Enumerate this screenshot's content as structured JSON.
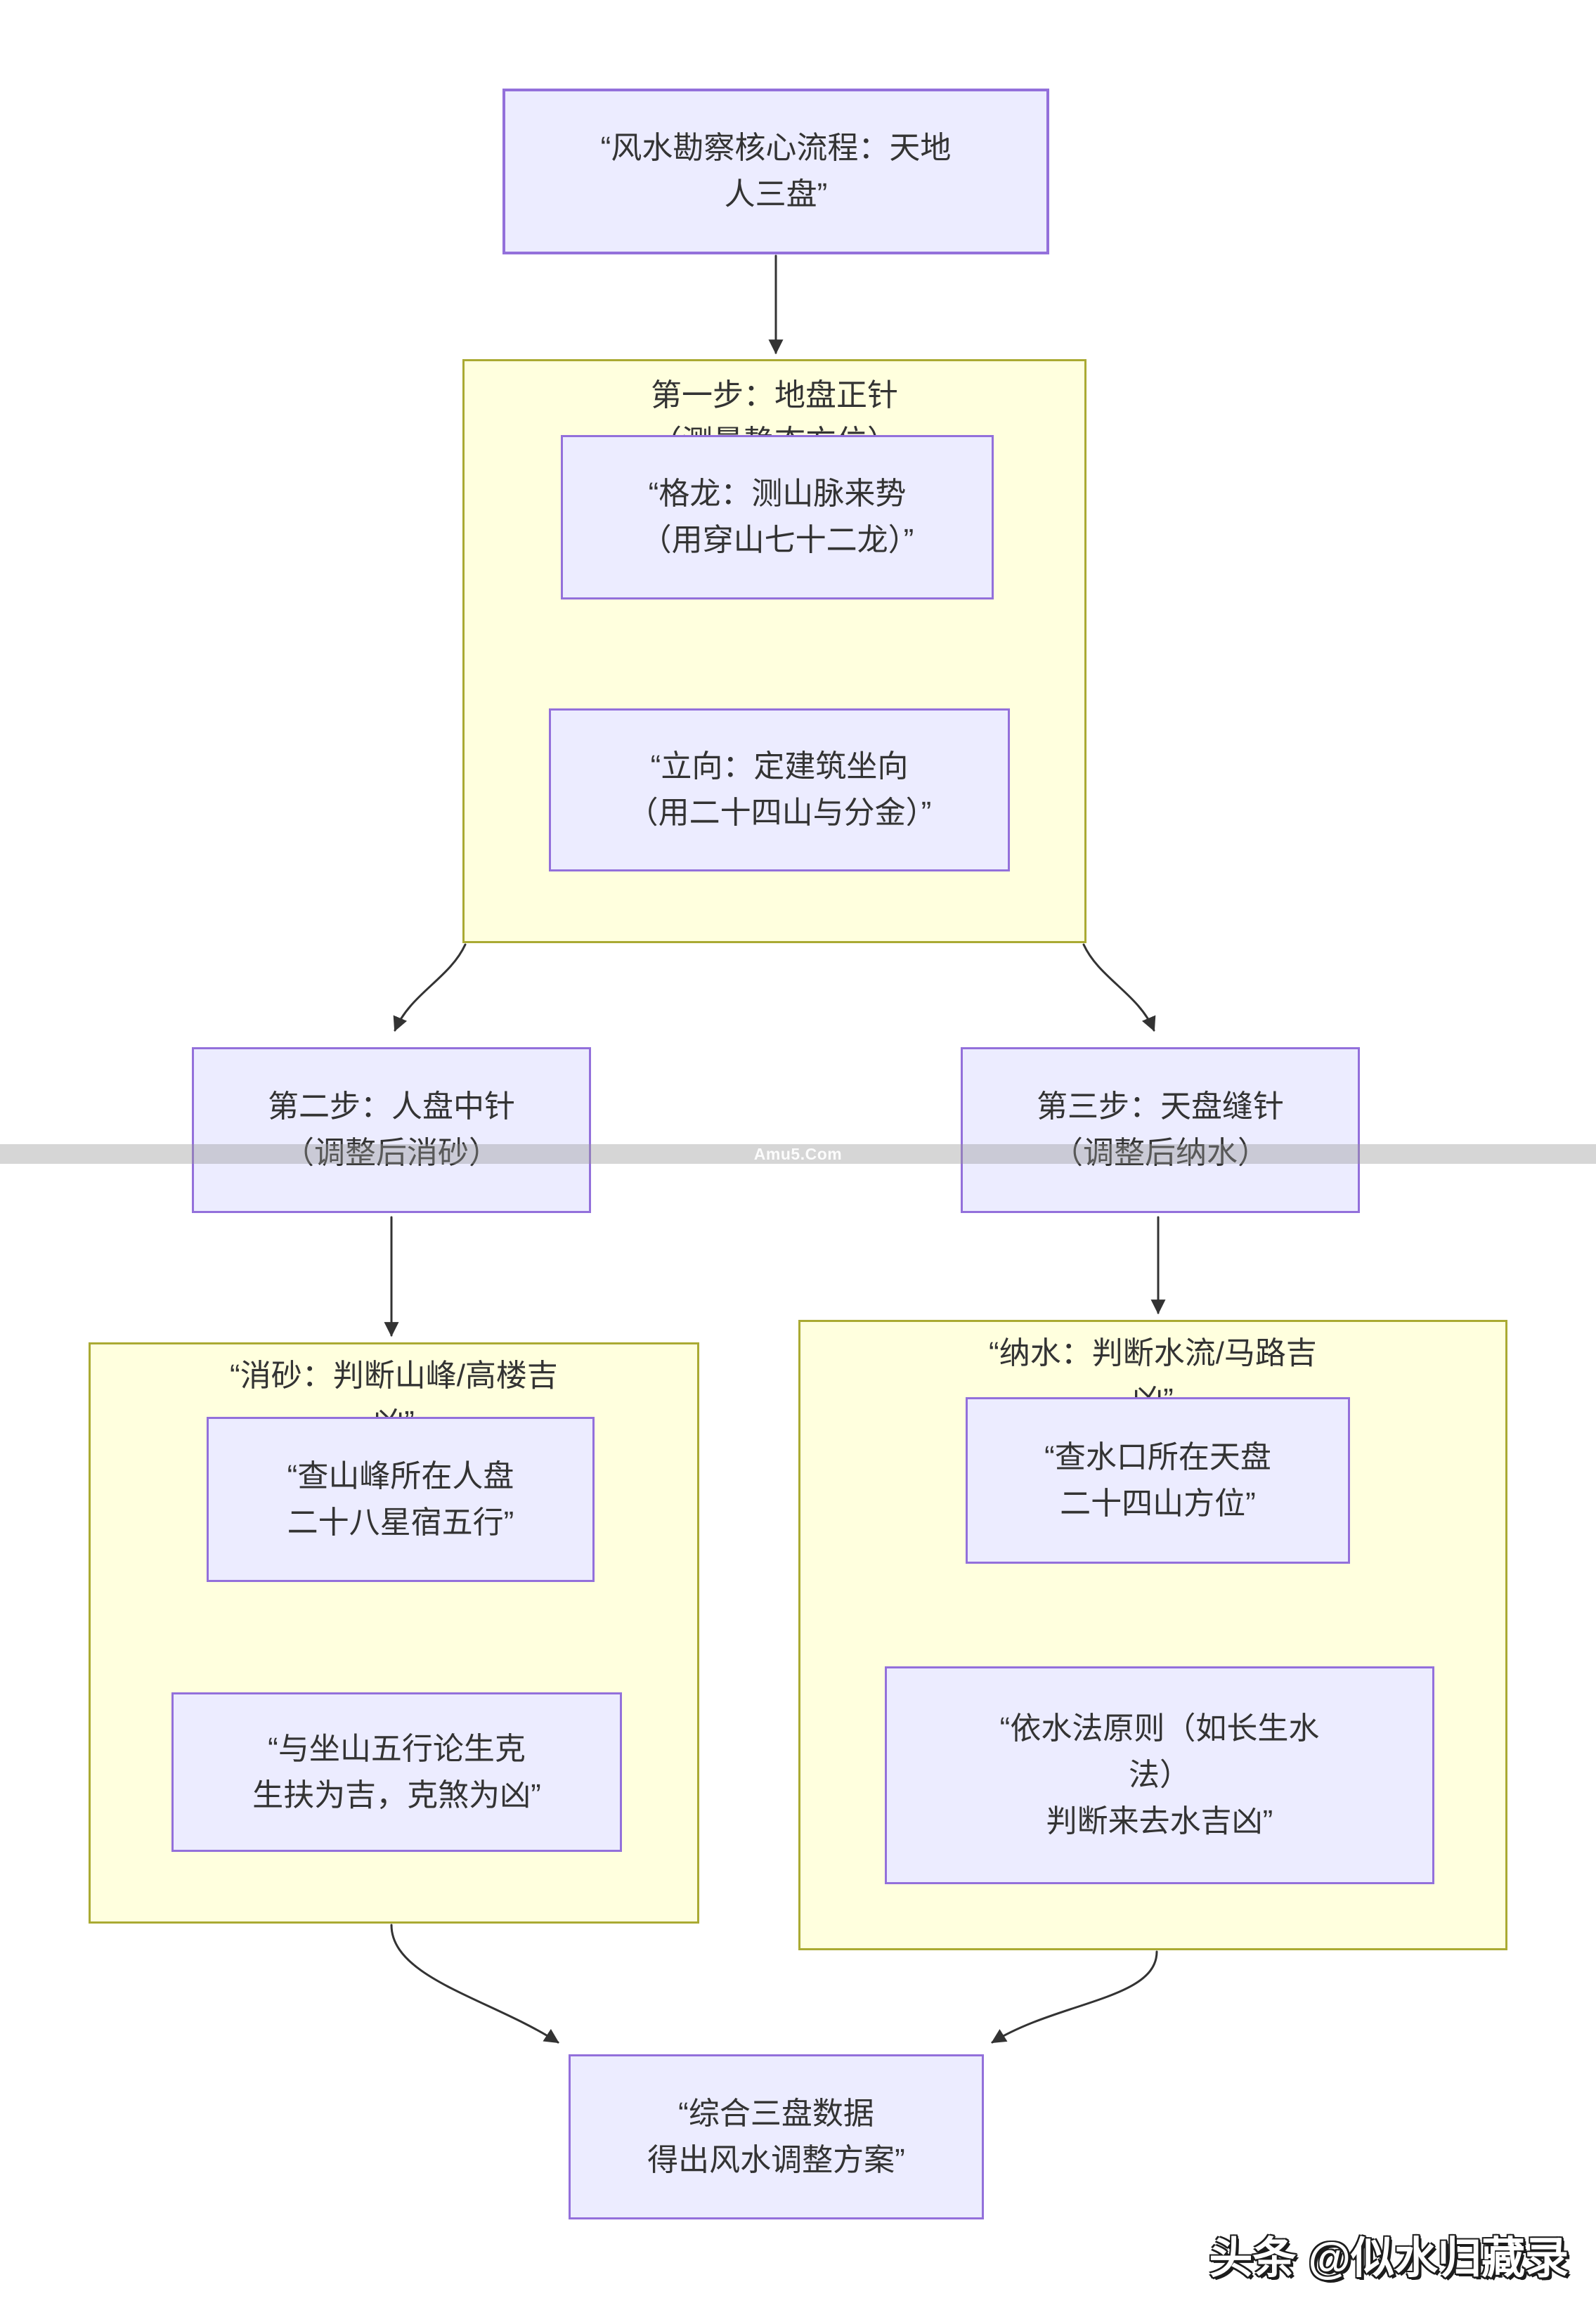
{
  "colors": {
    "node_fill": "#ECECFF",
    "node_border": "#9370DB",
    "cluster_fill": "#FFFFDE",
    "cluster_border": "#AAAA33",
    "edge": "#333333",
    "text": "#333333",
    "watermark_band": "#D6D6D6"
  },
  "root_node": {
    "line1": "“风水勘察核心流程：天地",
    "line2": "人三盘”"
  },
  "cluster1": {
    "title": "第一步：地盘正针",
    "subtitle": "（测量静态方位）",
    "gelong": {
      "line1": "“格龙：测山脉来势",
      "line2": "（用穿山七十二龙）”"
    },
    "lixiang": {
      "line1": "“立向：定建筑坐向",
      "line2": "（用二十四山与分金）”"
    }
  },
  "step2_node": {
    "line1": "第二步：人盘中针",
    "line2": "（调整后消砂）"
  },
  "step3_node": {
    "line1": "第三步：天盘缝针",
    "line2": "（调整后纳水）"
  },
  "cluster2": {
    "title_line1": "“消砂：判断山峰/高楼吉",
    "title_line2": "凶”",
    "chashan": {
      "line1": "“查山峰所在人盘",
      "line2": "二十八星宿五行”"
    },
    "wuxing": {
      "line1": "“与坐山五行论生克",
      "line2": "生扶为吉，克煞为凶”"
    }
  },
  "cluster3": {
    "title_line1": "“纳水：判断水流/马路吉",
    "title_line2": "凶”",
    "chashuikou": {
      "line1": "“查水口所在天盘",
      "line2": "二十四山方位”"
    },
    "shuifa": {
      "line1": "“依水法原则（如长生水",
      "line2": "法）",
      "line3": "判断来去水吉凶”"
    }
  },
  "final_node": {
    "line1": "“综合三盘数据",
    "line2": "得出风水调整方案”"
  },
  "watermarks": {
    "band_text": "Amu5.Com",
    "footer_text": "头条 @似水归藏录"
  }
}
